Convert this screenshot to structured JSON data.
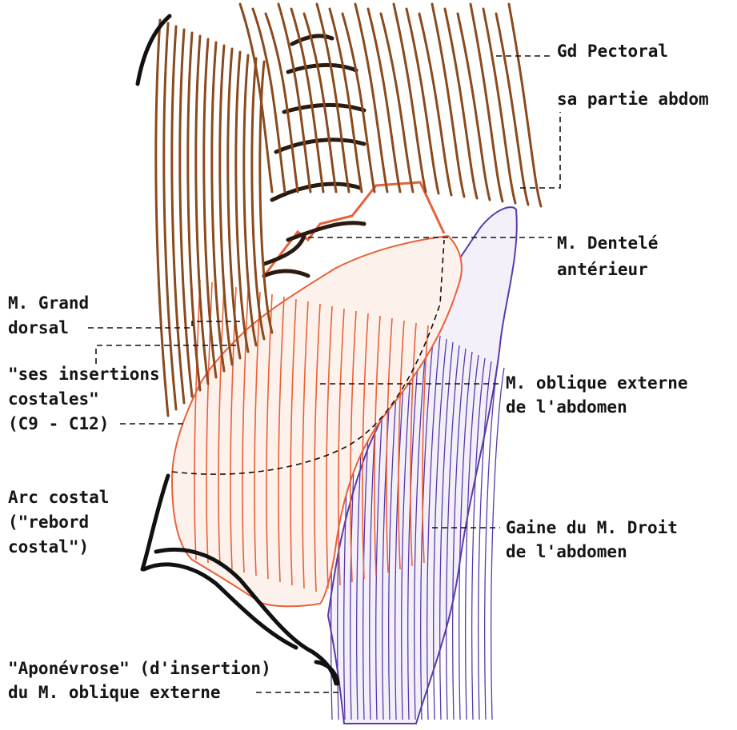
{
  "colors": {
    "pectoral_brown": "#8a4a1e",
    "serratus_dark": "#2a1a10",
    "oblique_orange": "#e8613a",
    "rectus_sheath_purple": "#5a3aa8",
    "rib_outline_black": "#111111",
    "leader_line": "#111111",
    "label_text": "#151515"
  },
  "labels": {
    "gd_pectoral": "Gd Pectoral",
    "pectoral_abdominal_part": "sa partie abdom",
    "dentele_line1": "M. Dentelé",
    "dentele_line2": "antérieur",
    "grand_dorsal_line1": "M. Grand",
    "grand_dorsal_line2": "dorsal",
    "insertions_line1": "\"ses insertions",
    "insertions_line2": "costales\"",
    "insertions_line3": "(C9 - C12)",
    "oblique_line1": "M. oblique externe",
    "oblique_line2": "de l'abdomen",
    "arc_line1": "Arc costal",
    "arc_line2": "(\"rebord",
    "arc_line3": "costal\")",
    "gaine_line1": "Gaine du M. Droit",
    "gaine_line2": "de l'abdomen",
    "aponevrose_line1": "\"Aponévrose\" (d'insertion)",
    "aponevrose_line2": "du M. oblique externe"
  }
}
